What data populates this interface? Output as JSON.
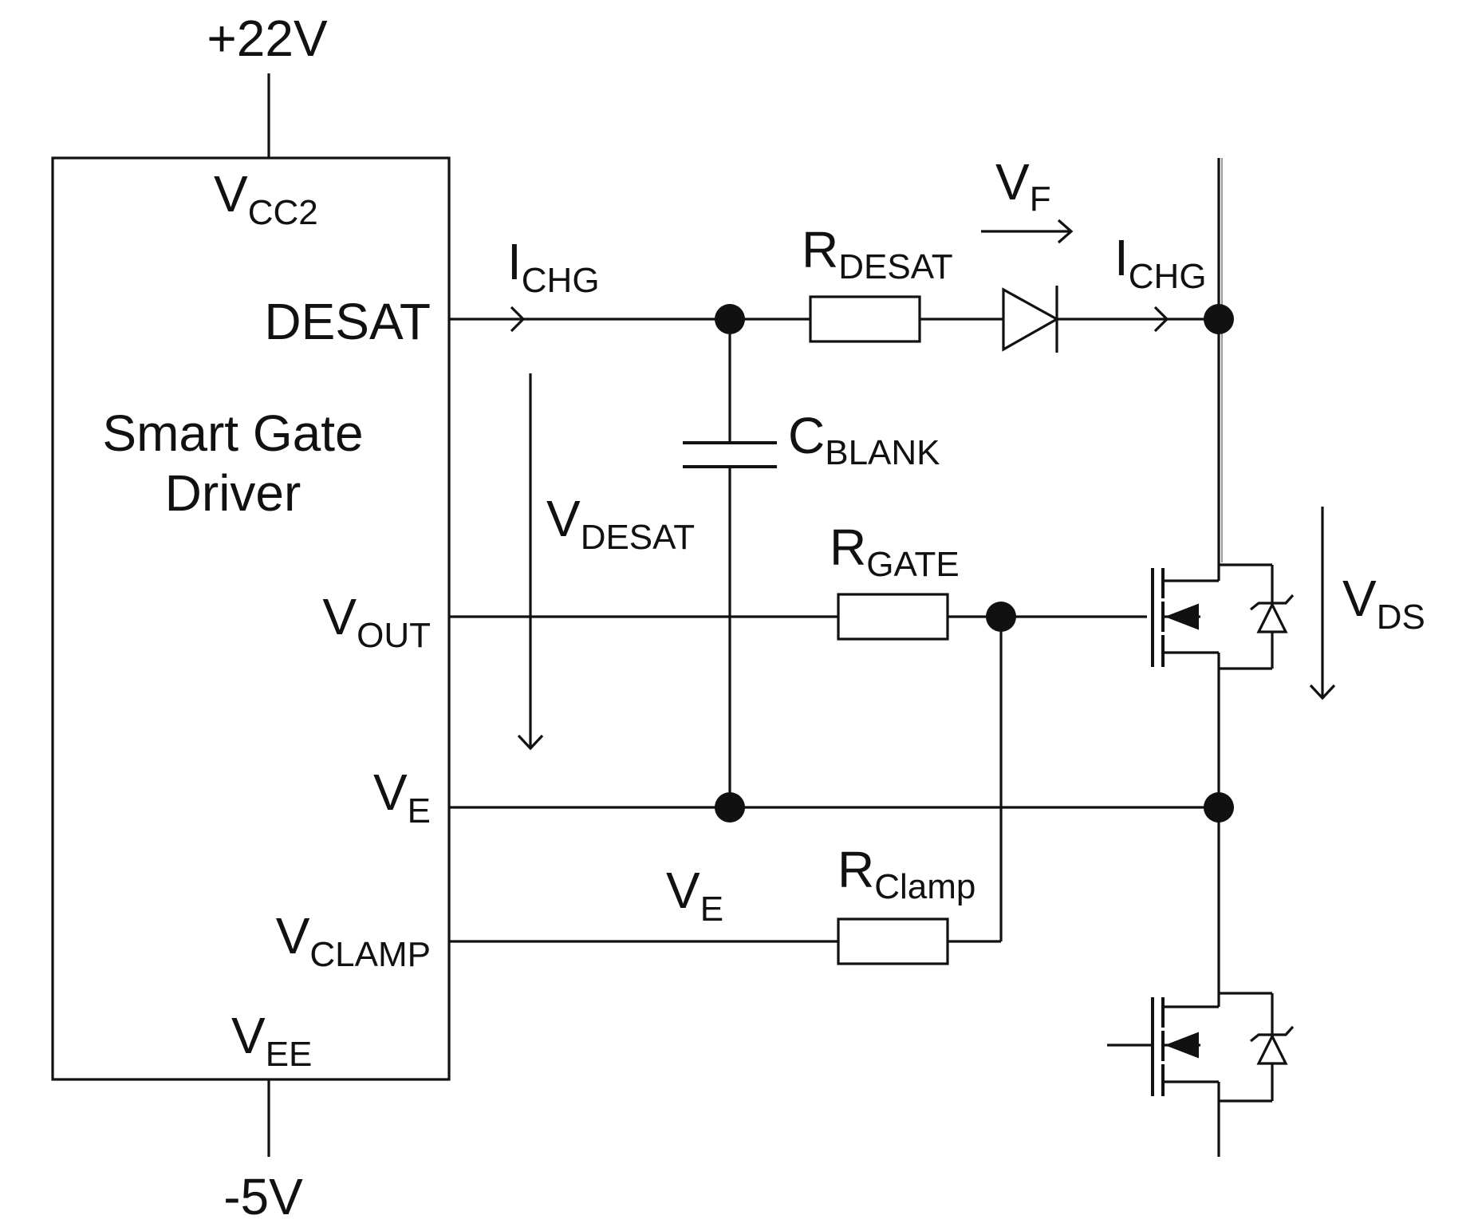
{
  "supply": {
    "positive": "+22V",
    "negative": "-5V"
  },
  "driver": {
    "title_line1": "Smart Gate",
    "title_line2": "Driver",
    "pins": {
      "vcc2": {
        "main": "V",
        "sub": "CC2"
      },
      "desat": "DESAT",
      "vout": {
        "main": "V",
        "sub": "OUT"
      },
      "ve": {
        "main": "V",
        "sub": "E"
      },
      "vclamp": {
        "main": "V",
        "sub": "CLAMP"
      },
      "vee": {
        "main": "V",
        "sub": "EE"
      }
    }
  },
  "labels": {
    "ichg_left": {
      "main": "I",
      "sub": "CHG"
    },
    "ichg_right": {
      "main": "I",
      "sub": "CHG"
    },
    "vf": {
      "main": "V",
      "sub": "F"
    },
    "rdesat": {
      "main": "R",
      "sub": "DESAT"
    },
    "cblank": {
      "main": "C",
      "sub": "BLANK"
    },
    "vdesat": {
      "main": "V",
      "sub": "DESAT"
    },
    "rgate": {
      "main": "R",
      "sub": "GATE"
    },
    "vds": {
      "main": "V",
      "sub": "DS"
    },
    "ve_line": {
      "main": "V",
      "sub": "E"
    },
    "rclamp": {
      "main": "R",
      "sub": "Clamp"
    }
  }
}
